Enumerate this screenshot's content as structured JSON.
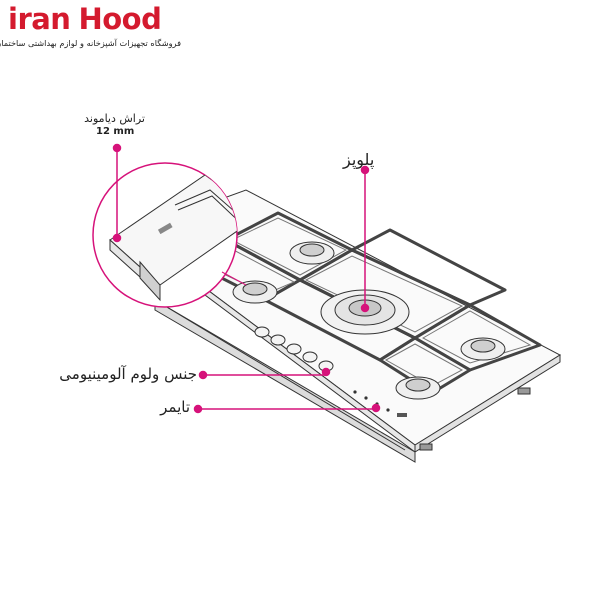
{
  "brand": {
    "word_1": "iran",
    "word_2": "Hood",
    "tagline": "فروشگاه تجهیزات آشپزخانه و لوازم بهداشتی ساختمان",
    "color": "#d41a2e"
  },
  "callouts": {
    "diamond_cut": {
      "label": "تراش دیاموند",
      "size": "12 mm"
    },
    "burner": {
      "label": "پلوپز"
    },
    "aluminum": {
      "label": "جنس ولوم آلومینیومی"
    },
    "timer": {
      "label": "تایمر"
    }
  },
  "accent_color": "#d6127a"
}
